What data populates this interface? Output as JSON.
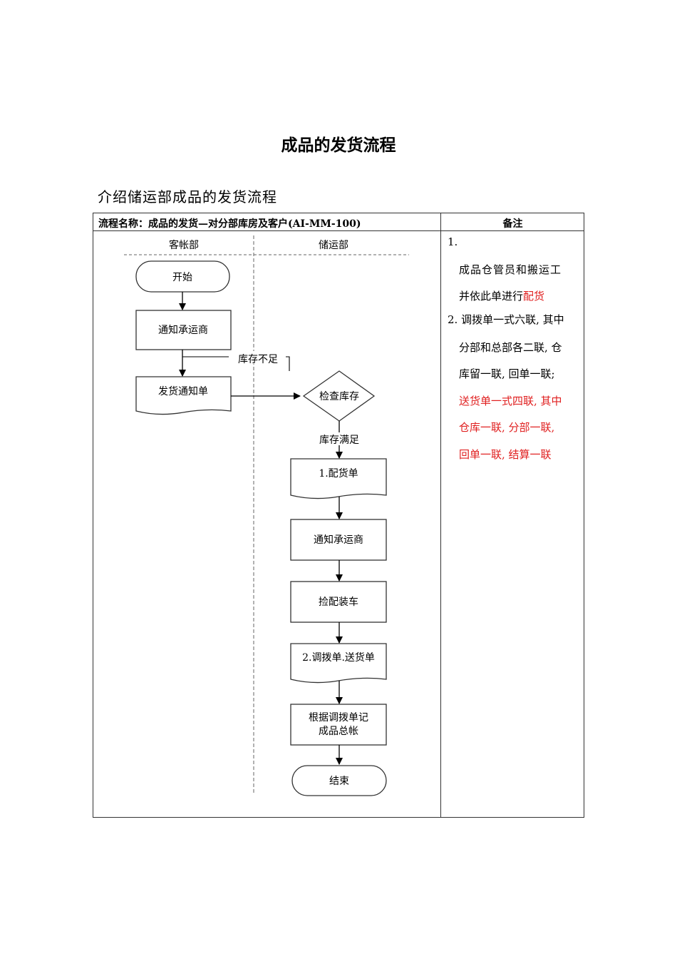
{
  "document": {
    "title": "成品的发货流程",
    "intro": "介绍储运部成品的发货流程"
  },
  "table": {
    "header_process_name": "流程名称：成品的发货—对分部库房及客户(AI-MM-100)",
    "header_notes": "备注"
  },
  "flowchart": {
    "lanes": {
      "left": "客帐部",
      "right": "储运部"
    },
    "nodes": {
      "start": "开始",
      "notify_carrier_1": "通知承运商",
      "shipping_notice": "发货通知单",
      "check_stock": "检查库存",
      "picking_list": "1.配货单",
      "notify_carrier_2": "通知承运商",
      "pick_and_load": "捡配装车",
      "transfer_delivery": "2.调拨单.送货单",
      "ledger_line1": "根据调拨单记",
      "ledger_line2": "成品总帐",
      "end": "结束"
    },
    "edge_labels": {
      "stock_insufficient": "库存不足",
      "stock_sufficient": "库存满足"
    }
  },
  "notes": {
    "n1_num": "1.",
    "n1_line1": "成品仓管员和搬运工",
    "n1_line2_pre": "并依此单进行",
    "n1_line2_red": "配货",
    "n2_line1": "2. 调拨单一式六联, 其中",
    "n2_line2": "分部和总部各二联, 仓",
    "n2_line3": "库留一联, 回单一联;",
    "n2_line4": "送货单一式四联, 其中",
    "n2_line5": "仓库一联, 分部一联,",
    "n2_line6": "回单一联, 结算一联"
  }
}
